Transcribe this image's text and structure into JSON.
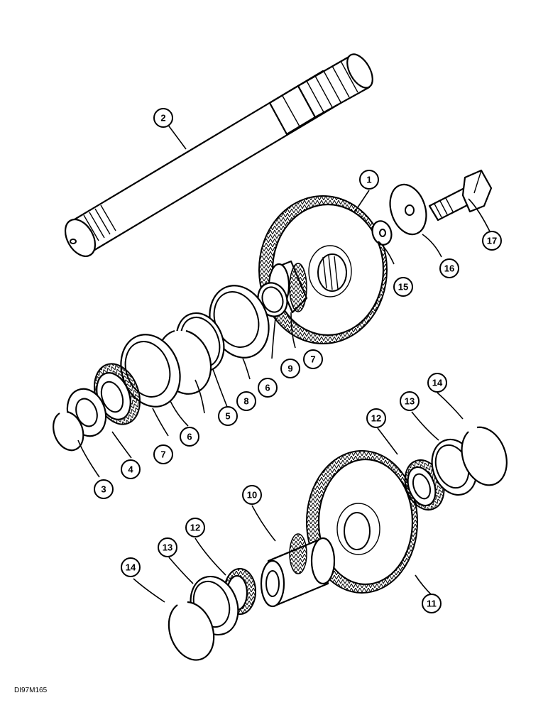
{
  "drawing_ref": "DI97M165",
  "callouts": [
    {
      "id": "1",
      "label": "1"
    },
    {
      "id": "2",
      "label": "2"
    },
    {
      "id": "3",
      "label": "3"
    },
    {
      "id": "4",
      "label": "4"
    },
    {
      "id": "5",
      "label": "5"
    },
    {
      "id": "6a",
      "label": "6"
    },
    {
      "id": "6b",
      "label": "6"
    },
    {
      "id": "7a",
      "label": "7"
    },
    {
      "id": "7b",
      "label": "7"
    },
    {
      "id": "8",
      "label": "8"
    },
    {
      "id": "9",
      "label": "9"
    },
    {
      "id": "10",
      "label": "10"
    },
    {
      "id": "11",
      "label": "11"
    },
    {
      "id": "12a",
      "label": "12"
    },
    {
      "id": "12b",
      "label": "12"
    },
    {
      "id": "13a",
      "label": "13"
    },
    {
      "id": "13b",
      "label": "13"
    },
    {
      "id": "14a",
      "label": "14"
    },
    {
      "id": "14b",
      "label": "14"
    },
    {
      "id": "15",
      "label": "15"
    },
    {
      "id": "16",
      "label": "16"
    },
    {
      "id": "17",
      "label": "17"
    }
  ]
}
